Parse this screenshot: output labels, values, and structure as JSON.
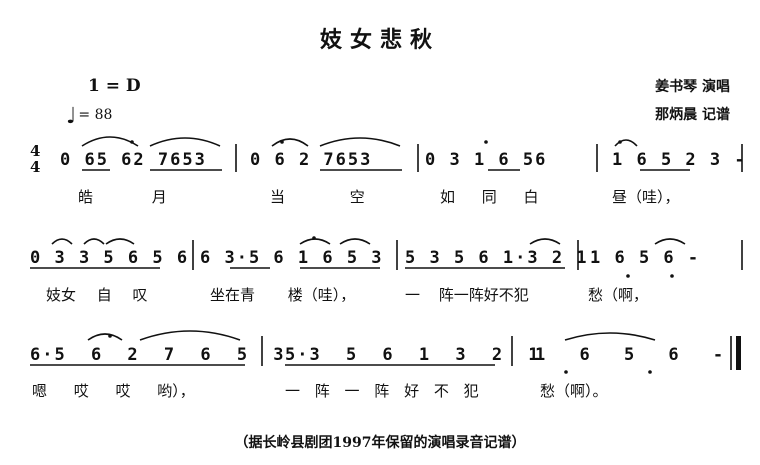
{
  "title": "妓女悲秋",
  "key_signature": "1 = D",
  "tempo": "= 88",
  "tempo_note_icon": "quarter-note-icon",
  "performer_credit": "姜书琴 演唱",
  "transcriber_credit": "那炳晨 记谱",
  "time_signature": {
    "top": "4",
    "bottom": "4"
  },
  "rows": [
    {
      "measures": [
        {
          "notes": "0 65 62 7653"
        },
        {
          "notes": "0 6 2 7653"
        },
        {
          "notes": "0 3 1 6 56"
        },
        {
          "notes": "1 6 5 2 3 -"
        }
      ],
      "lyrics": [
        "皓 月",
        "当 空",
        "如 同 白",
        "昼（哇），"
      ]
    },
    {
      "measures": [
        {
          "notes": "0 3 3 5 6 5 6"
        },
        {
          "notes": "6 3·5 6 1 6 5 3"
        },
        {
          "notes": "5 3 5 6 1·3 2 1"
        },
        {
          "notes": "1 6 5 6 -"
        }
      ],
      "lyrics": [
        "妓女 自 叹",
        "坐在青 楼（哇），",
        "一 阵一阵好不犯",
        "愁（啊，"
      ]
    },
    {
      "measures": [
        {
          "notes": "6·5 6 2 7 6 5 3"
        },
        {
          "notes": "5·3 5 6 1 3 2 1"
        },
        {
          "notes": "1 6 5 6 -"
        }
      ],
      "lyrics": [
        "嗯 哎 哎 哟），",
        "一 阵 一 阵 好 不 犯",
        "愁（啊）。"
      ]
    }
  ],
  "source_note": "（据长岭县剧团1997年保留的演唱录音记谱）"
}
